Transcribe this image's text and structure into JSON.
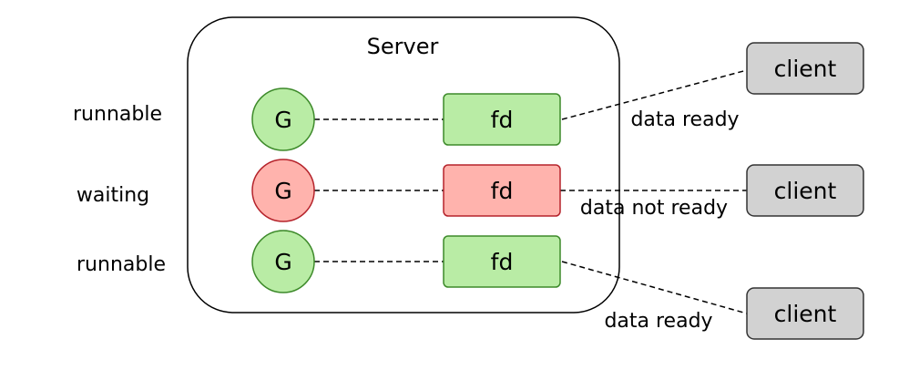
{
  "server": {
    "title": "Server"
  },
  "rows": [
    {
      "state": "runnable",
      "goroutine": {
        "label": "G",
        "fill": "#b9eca5",
        "stroke": "#3d8a2a"
      },
      "fd": {
        "label": "fd",
        "fill": "#b9eca5",
        "stroke": "#3d8a2a"
      },
      "client": {
        "label": "client"
      },
      "link": {
        "label": "data ready"
      }
    },
    {
      "state": "waiting",
      "goroutine": {
        "label": "G",
        "fill": "#ffb3ad",
        "stroke": "#b5232b"
      },
      "fd": {
        "label": "fd",
        "fill": "#ffb3ad",
        "stroke": "#b5232b"
      },
      "client": {
        "label": "client"
      },
      "link": {
        "label": "data not ready"
      }
    },
    {
      "state": "runnable",
      "goroutine": {
        "label": "G",
        "fill": "#b9eca5",
        "stroke": "#3d8a2a"
      },
      "fd": {
        "label": "fd",
        "fill": "#b9eca5",
        "stroke": "#3d8a2a"
      },
      "client": {
        "label": "client"
      },
      "link": {
        "label": "data ready"
      }
    }
  ],
  "client_style": {
    "fill": "#d2d2d2",
    "stroke": "#333333"
  }
}
